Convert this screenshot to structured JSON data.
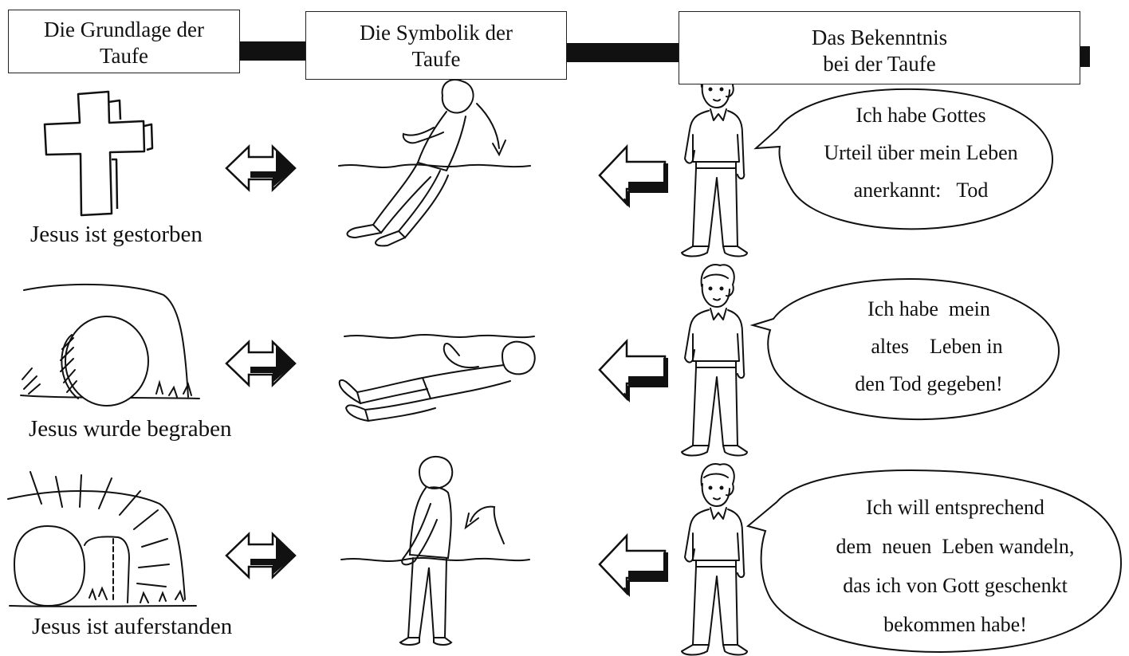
{
  "headers": {
    "foundation": [
      "Die Grundlage der",
      "Taufe"
    ],
    "symbolism": [
      "Die Symbolik der",
      "Taufe"
    ],
    "confession": [
      "Das Bekenntnis",
      "bei der Taufe"
    ]
  },
  "rows": [
    {
      "caption": "Jesus ist  gestorben",
      "bubble_lines": [
        "Ich habe Gottes",
        "Urteil über mein Leben",
        "anerkannt:   Tod"
      ]
    },
    {
      "caption": "Jesus wurde begraben",
      "bubble_lines": [
        "Ich habe  mein",
        "altes    Leben in",
        "den Tod gegeben!"
      ]
    },
    {
      "caption": "Jesus ist auferstanden",
      "bubble_lines": [
        "Ich will entsprechend",
        "dem  neuen  Leben wandeln,",
        "das ich von Gott geschenkt",
        "bekommen habe!"
      ]
    }
  ]
}
